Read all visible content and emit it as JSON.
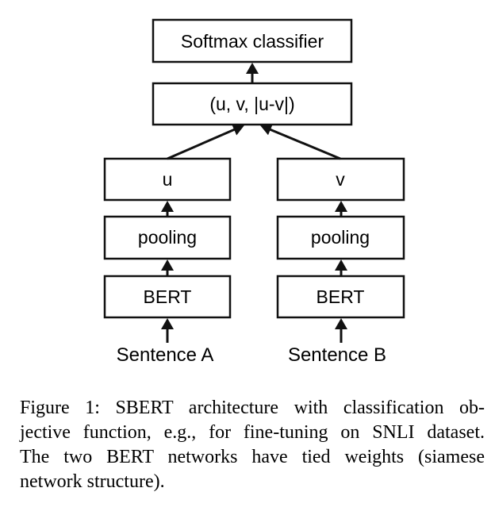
{
  "figure": {
    "boxes": {
      "softmax": "Softmax classifier",
      "concat": "(u, v, |u-v|)",
      "u": "u",
      "v": "v",
      "pooling_left": "pooling",
      "pooling_right": "pooling",
      "bert_left": "BERT",
      "bert_right": "BERT"
    },
    "inputs": {
      "left": "Sentence A",
      "right": "Sentence B"
    },
    "colors": {
      "stroke": "#111111",
      "text": "#000000",
      "background": "#ffffff"
    }
  },
  "caption": {
    "lines": [
      "Figure 1: SBERT architecture with classification ob-",
      "jective function, e.g., for fine-tuning on SNLI dataset.",
      "The two BERT networks have tied weights (siamese",
      "network structure)."
    ]
  }
}
